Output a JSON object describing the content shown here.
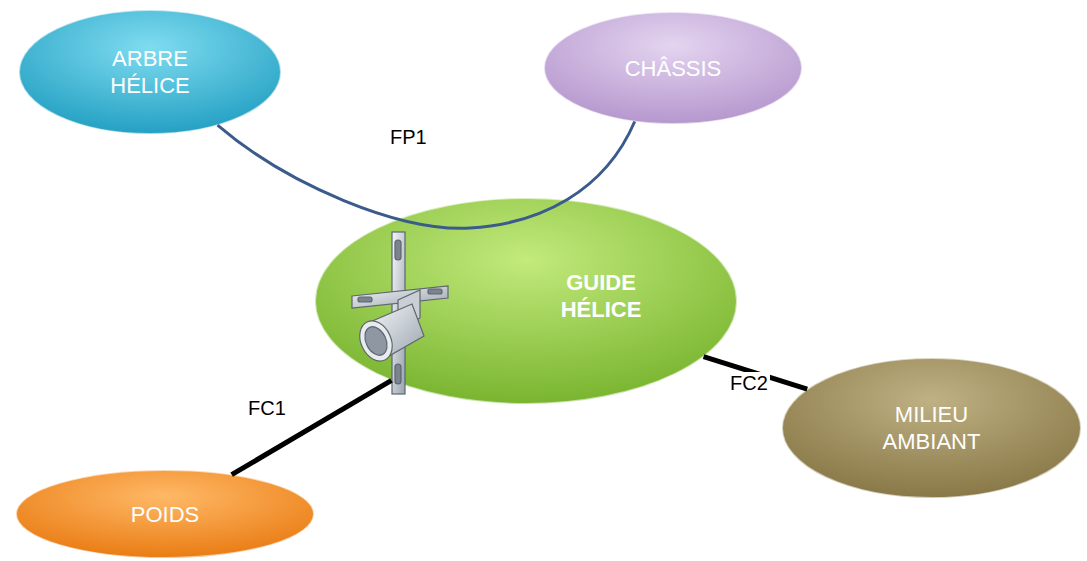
{
  "diagram": {
    "nodes": [
      {
        "text": [
          "ARBRE HÉLICE"
        ]
      },
      {
        "text": [
          "CHÂSSIS"
        ]
      },
      {
        "text": [
          "GUIDE HÉLICE"
        ]
      },
      {
        "text": [
          "POIDS"
        ]
      },
      {
        "text": [
          "MILIEU AMBIANT"
        ]
      }
    ],
    "edges": [
      {
        "from": 0,
        "to": 1,
        "label": "FP1",
        "arrow": "none"
      },
      {
        "from": 2,
        "to": 3,
        "label": "FC1",
        "arrow": "none"
      },
      {
        "from": 2,
        "to": 4,
        "label": "FC2",
        "arrow": "none"
      }
    ]
  }
}
